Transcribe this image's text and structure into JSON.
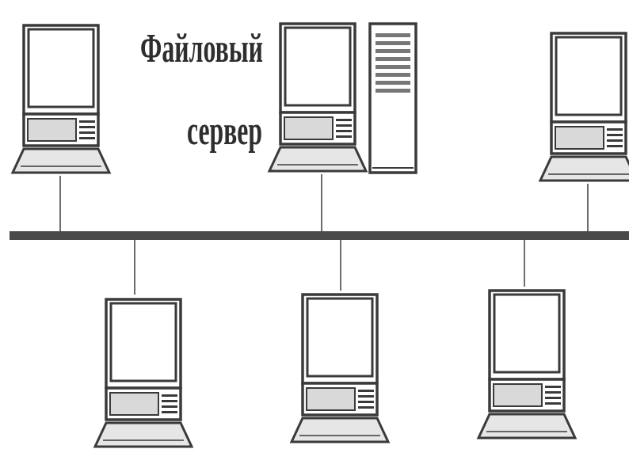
{
  "server_label": {
    "line1": "Файловый",
    "line2": "сервер"
  },
  "nodes": [
    {
      "id": "top-left",
      "row": "top",
      "role": "workstation"
    },
    {
      "id": "top-center",
      "row": "top",
      "role": "file-server"
    },
    {
      "id": "top-right",
      "row": "top",
      "role": "workstation"
    },
    {
      "id": "bottom-left",
      "row": "bottom",
      "role": "workstation"
    },
    {
      "id": "bottom-center",
      "row": "bottom",
      "role": "workstation"
    },
    {
      "id": "bottom-right",
      "row": "bottom",
      "role": "workstation"
    }
  ],
  "colors": {
    "line": "#3a3a3a",
    "bus": "#4a4a4a",
    "panel": "#d9d9d9"
  }
}
